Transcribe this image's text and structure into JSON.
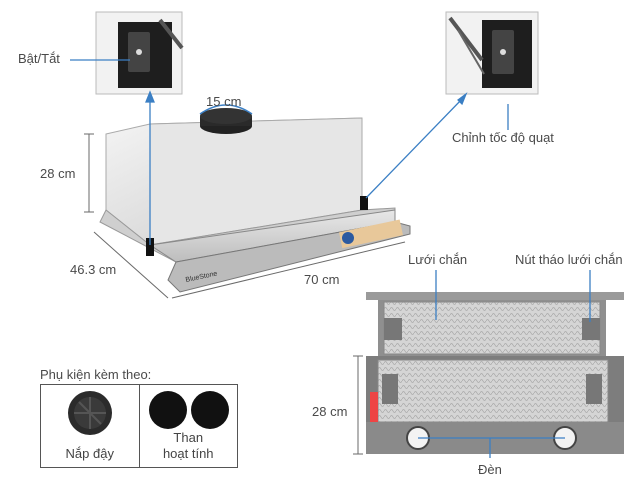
{
  "labels": {
    "power": "Bật/Tắt",
    "fan_speed": "Chỉnh tốc độ quạt",
    "pipe": "15 cm",
    "height_main": "28 cm",
    "depth": "46.3 cm",
    "width": "70 cm",
    "filter": "Lưới chắn",
    "filter_release": "Nút tháo lưới chắn",
    "height_bottom": "28 cm",
    "light": "Đèn"
  },
  "accessories": {
    "title": "Phụ kiện kèm theo:",
    "items": [
      {
        "label": "Nắp đậy",
        "icon": "cover-cap-icon"
      },
      {
        "label_line1": "Than",
        "label_line2": "hoạt tính",
        "icon": "carbon-filter-icon"
      }
    ]
  },
  "brand": "BlueStone",
  "colors": {
    "callout": "#3b7fc4",
    "steel": "#d9d9d9",
    "dark": "#222222"
  }
}
